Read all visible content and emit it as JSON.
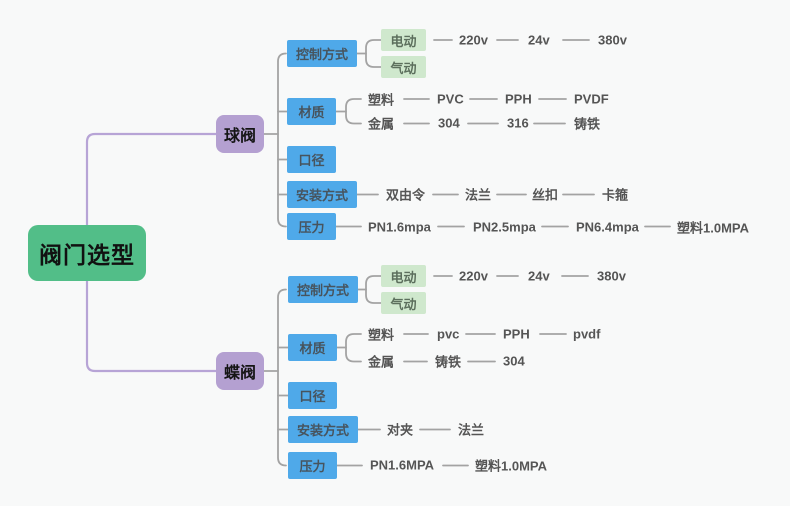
{
  "tree": {
    "root": {
      "label": "阀门选型"
    },
    "branches": [
      {
        "label": "球阀",
        "children": [
          {
            "label": "控制方式",
            "children": [
              {
                "label": "电动",
                "children": [
                  {
                    "label": "220v"
                  },
                  {
                    "label": "24v"
                  },
                  {
                    "label": "380v"
                  }
                ]
              },
              {
                "label": "气动",
                "children": []
              }
            ]
          },
          {
            "label": "材质",
            "children": [
              {
                "label": "塑料",
                "children": [
                  {
                    "label": "PVC"
                  },
                  {
                    "label": "PPH"
                  },
                  {
                    "label": "PVDF"
                  }
                ]
              },
              {
                "label": "金属",
                "children": [
                  {
                    "label": "304"
                  },
                  {
                    "label": "316"
                  },
                  {
                    "label": "铸铁"
                  }
                ]
              }
            ]
          },
          {
            "label": "口径",
            "children": []
          },
          {
            "label": "安装方式",
            "children": [
              {
                "label": "双由令"
              },
              {
                "label": "法兰"
              },
              {
                "label": "丝扣"
              },
              {
                "label": "卡箍"
              }
            ]
          },
          {
            "label": "压力",
            "children": [
              {
                "label": "PN1.6mpa"
              },
              {
                "label": "PN2.5mpa"
              },
              {
                "label": "PN6.4mpa"
              },
              {
                "label": "塑料1.0MPA"
              }
            ]
          }
        ]
      },
      {
        "label": "蝶阀",
        "children": [
          {
            "label": "控制方式",
            "children": [
              {
                "label": "电动",
                "children": [
                  {
                    "label": "220v"
                  },
                  {
                    "label": "24v"
                  },
                  {
                    "label": "380v"
                  }
                ]
              },
              {
                "label": "气动",
                "children": []
              }
            ]
          },
          {
            "label": "材质",
            "children": [
              {
                "label": "塑料",
                "children": [
                  {
                    "label": "pvc"
                  },
                  {
                    "label": "PPH"
                  },
                  {
                    "label": "pvdf"
                  }
                ]
              },
              {
                "label": "金属",
                "children": [
                  {
                    "label": "铸铁"
                  },
                  {
                    "label": "304"
                  }
                ]
              }
            ]
          },
          {
            "label": "口径",
            "children": []
          },
          {
            "label": "安装方式",
            "children": [
              {
                "label": "对夹"
              },
              {
                "label": "法兰"
              }
            ]
          },
          {
            "label": "压力",
            "children": [
              {
                "label": "PN1.6MPA"
              },
              {
                "label": "塑料1.0MPA"
              }
            ]
          }
        ]
      }
    ]
  },
  "colors": {
    "root_bg": "#52be88",
    "branch_bg": "#b4a0d1",
    "topic_bg": "#4fa9e9",
    "subtopic_bg": "#cfe8cd",
    "root_text": "#111111",
    "topic_text": "#47545e",
    "subtopic_text": "#5c6f5d",
    "leaf_text": "#555555",
    "connector": "#a3a3a3",
    "root_connector": "#b7a4d6",
    "background": "#f8f9f9"
  }
}
